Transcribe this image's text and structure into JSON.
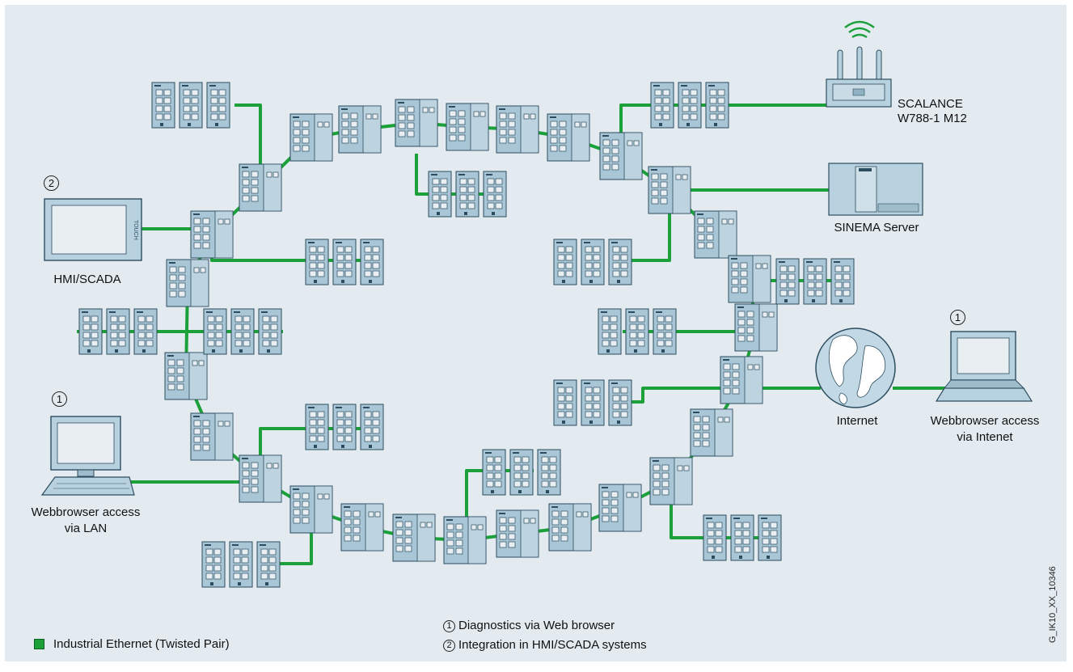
{
  "labels": {
    "scalance": [
      "SCALANCE",
      "W788-1 M12"
    ],
    "sinema": "SINEMA Server",
    "hmi": "HMI/SCADA",
    "internet": "Internet",
    "web_internet": [
      "Webbrowser access",
      "via Intenet"
    ],
    "web_lan": [
      "Webbrowser access",
      "via LAN"
    ],
    "hmi_screen_text": "TOUCH",
    "image_code": "G_IK10_XX_10346"
  },
  "markers": {
    "one": "1",
    "two": "2"
  },
  "legend": {
    "line": "Industrial Ethernet (Twisted Pair)",
    "notes": [
      {
        "num": "1",
        "text": "Diagnostics via Web browser"
      },
      {
        "num": "2",
        "text": "Integration in HMI/SCADA systems"
      }
    ]
  },
  "colors": {
    "background": "#e3ebf1",
    "link": "#1ca13a",
    "device": "#a9c6d6",
    "device_border": "#2c4d60"
  }
}
